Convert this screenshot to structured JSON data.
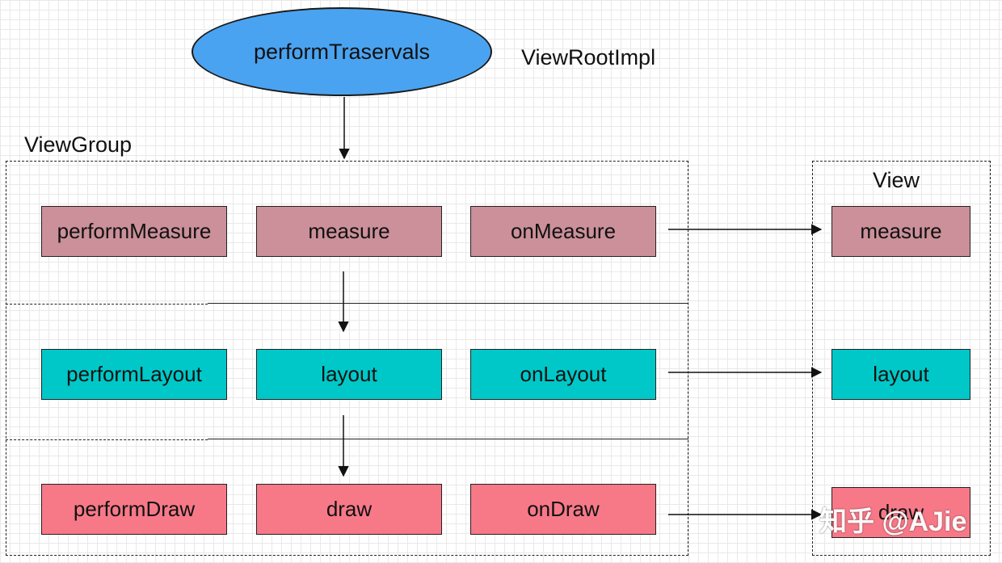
{
  "root": {
    "ellipse_label": "performTraservals",
    "owner_label": "ViewRootImpl",
    "fill_color": "#4aa3f0"
  },
  "view_group": {
    "title": "ViewGroup",
    "rows": [
      {
        "items": [
          "performMeasure",
          "measure",
          "onMeasure"
        ],
        "color": "#cb9099"
      },
      {
        "items": [
          "performLayout",
          "layout",
          "onLayout"
        ],
        "color": "#00c8c8"
      },
      {
        "items": [
          "performDraw",
          "draw",
          "onDraw"
        ],
        "color": "#f77988"
      }
    ]
  },
  "view": {
    "title": "View",
    "items": [
      "measure",
      "layout",
      "draw"
    ]
  },
  "watermark": "知乎 @AJie"
}
